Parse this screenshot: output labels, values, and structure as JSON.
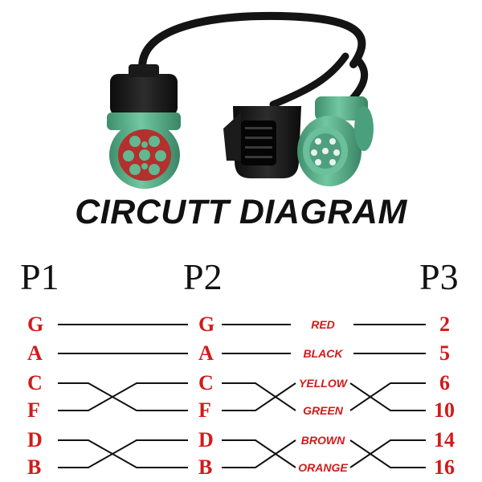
{
  "title": "CIRCUTT DIAGRAM",
  "headers": {
    "p1": "P1",
    "p2": "P2",
    "p3": "P3"
  },
  "colors": {
    "label_red": "#d21a1a",
    "line": "#111111",
    "connector_green": "#5fb48f",
    "cable_black": "#141414"
  },
  "connections": [
    {
      "p1": "G",
      "p2": "G",
      "wire_color": "RED",
      "p3": "2"
    },
    {
      "p1": "A",
      "p2": "A",
      "wire_color": "BLACK",
      "p3": "5"
    },
    {
      "p1": "C",
      "p2": "C",
      "wire_color": "YELLOW",
      "p3": "6"
    },
    {
      "p1": "F",
      "p2": "F",
      "wire_color": "GREEN",
      "p3": "10"
    },
    {
      "p1": "D",
      "p2": "D",
      "wire_color": "BROWN",
      "p3": "14"
    },
    {
      "p1": "B",
      "p2": "B",
      "wire_color": "ORANGE",
      "p3": "16"
    }
  ],
  "icons": {
    "photo": "y-splitter-cable-photo"
  }
}
